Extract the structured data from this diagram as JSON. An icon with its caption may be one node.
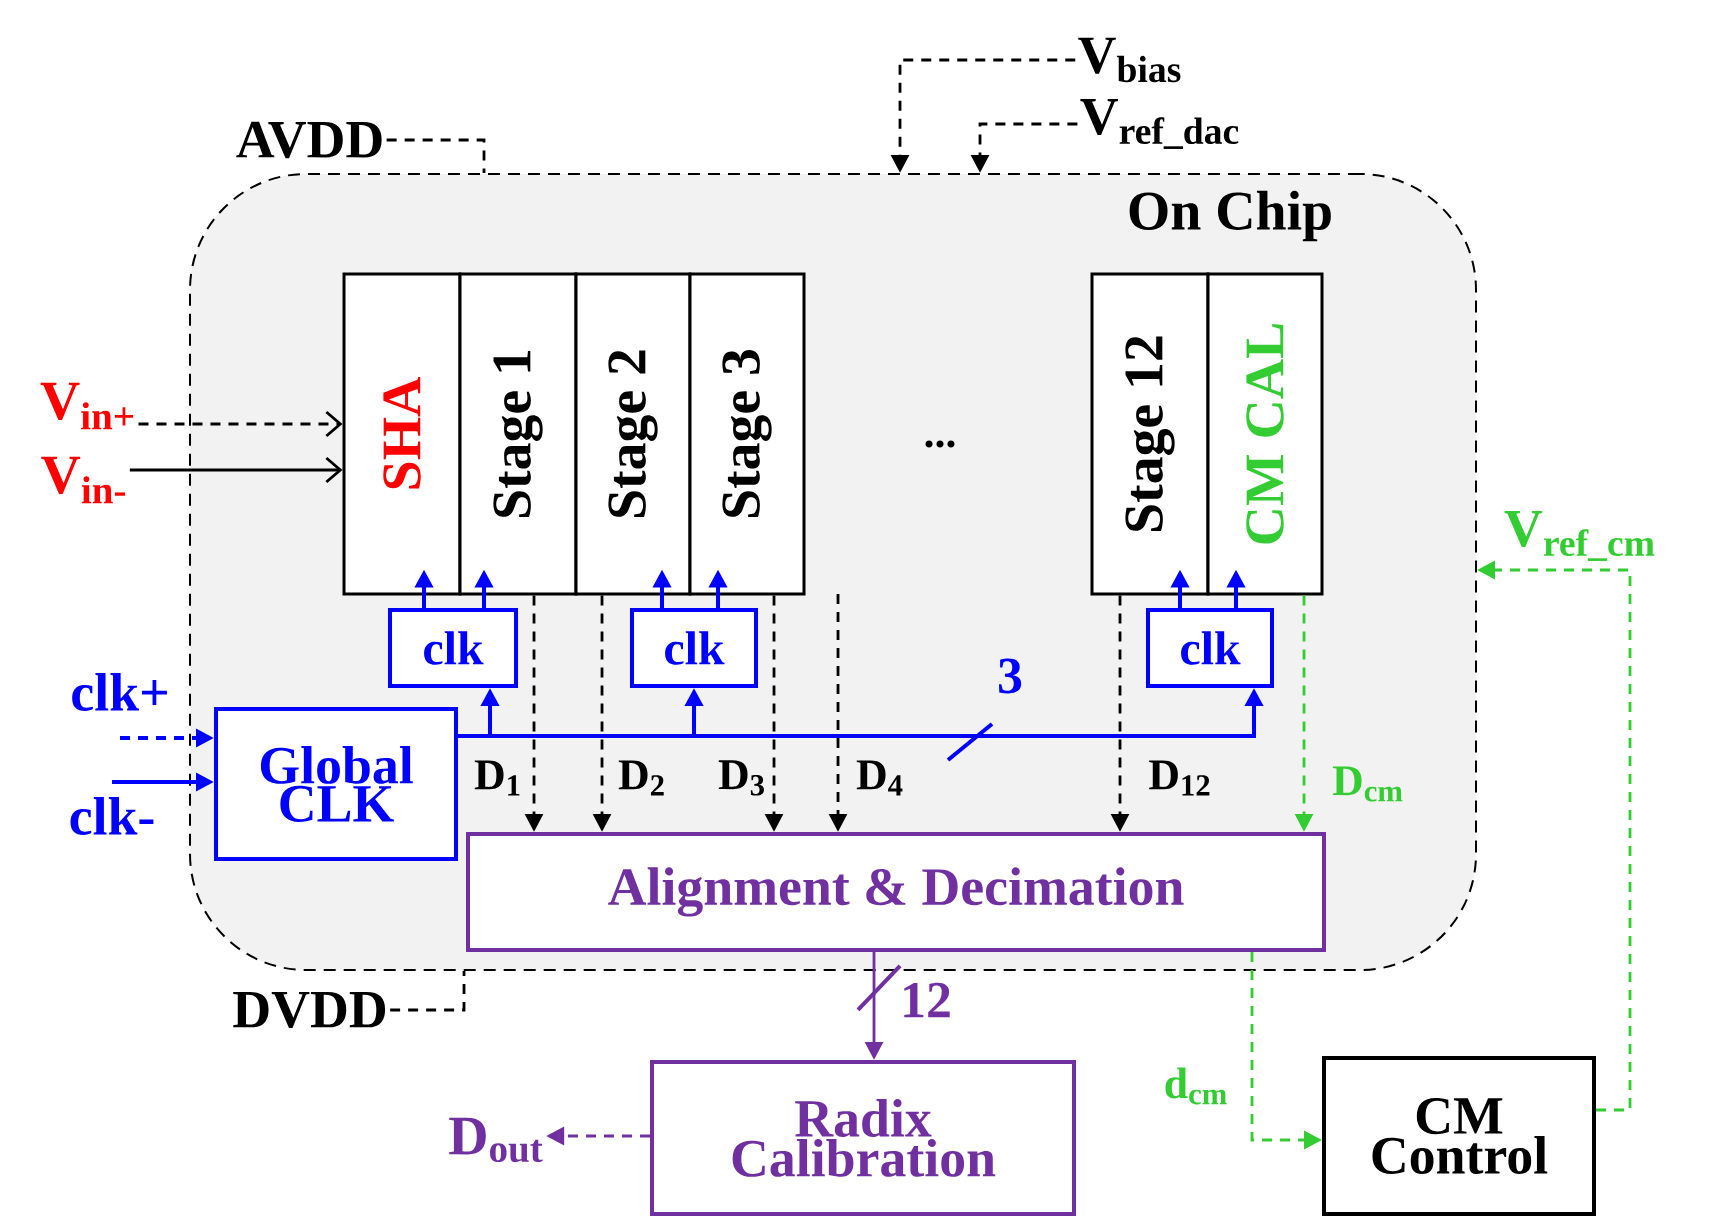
{
  "diagram": {
    "nodes": [
      {
        "text": [
          "On Chip"
        ]
      },
      {
        "text": [
          "SHA"
        ],
        "in": 0
      },
      {
        "text": [
          "Stage 1"
        ],
        "in": 0
      },
      {
        "text": [
          "Stage 2"
        ],
        "in": 0
      },
      {
        "text": [
          "Stage 3"
        ],
        "in": 0
      },
      {
        "text": [
          "Stage 12"
        ],
        "in": 0
      },
      {
        "text": [
          "CM CAL"
        ],
        "in": 0
      },
      {
        "text": [
          "clk"
        ],
        "in": 0
      },
      {
        "text": [
          "clk"
        ],
        "in": 0
      },
      {
        "text": [
          "clk"
        ],
        "in": 0
      },
      {
        "text": [
          "Global CLK"
        ],
        "in": 0
      },
      {
        "text": [
          "Alignment & Decimation"
        ],
        "in": 0
      },
      {
        "text": [
          "Radix Calibration"
        ]
      },
      {
        "text": [
          "CM Control"
        ]
      },
      {
        "text": [
          "AVDD"
        ]
      },
      {
        "text": [
          "V$_{bias}$"
        ]
      },
      {
        "text": [
          "V$_{ref_dac}$"
        ]
      },
      {
        "text": [
          "V$_{in+}$"
        ]
      },
      {
        "text": [
          "V$_{in-}$"
        ]
      },
      {
        "text": [
          "clk+"
        ]
      },
      {
        "text": [
          "clk-"
        ]
      },
      {
        "text": [
          "DVDD"
        ]
      },
      {
        "text": [
          "D$_{out}$"
        ]
      }
    ],
    "edges": [
      {
        "from": 17,
        "to": 1,
        "arrow": "to",
        "style": "dashed",
        "color": "#000000"
      },
      {
        "from": 18,
        "to": 1,
        "arrow": "to",
        "color": "#000000"
      },
      {
        "from": 14,
        "to": 0,
        "arrow": "none",
        "style": "dashed",
        "color": "#000000"
      },
      {
        "from": 15,
        "to": 0,
        "arrow": "to",
        "style": "dashed",
        "color": "#000000"
      },
      {
        "from": 16,
        "to": 0,
        "arrow": "to",
        "style": "dashed",
        "color": "#000000"
      },
      {
        "from": 19,
        "to": 10,
        "arrow": "to",
        "style": "dashed",
        "color": "#0000ff"
      },
      {
        "from": 20,
        "to": 10,
        "arrow": "to",
        "color": "#0000ff"
      },
      {
        "from": 10,
        "to": 7,
        "arrow": "to",
        "color": "#0000ff"
      },
      {
        "from": 10,
        "to": 8,
        "arrow": "to",
        "color": "#0000ff"
      },
      {
        "from": 10,
        "to": 9,
        "arrow": "to",
        "label": "3",
        "color": "#0000ff"
      },
      {
        "from": 7,
        "to": 1,
        "arrow": "to",
        "color": "#0000ff"
      },
      {
        "from": 7,
        "to": 2,
        "arrow": "to",
        "color": "#0000ff"
      },
      {
        "from": 8,
        "to": 3,
        "arrow": "to",
        "color": "#0000ff"
      },
      {
        "from": 8,
        "to": 4,
        "arrow": "to",
        "color": "#0000ff"
      },
      {
        "from": 9,
        "to": 5,
        "arrow": "to",
        "color": "#0000ff"
      },
      {
        "from": 9,
        "to": 6,
        "arrow": "to",
        "color": "#0000ff"
      },
      {
        "from": 2,
        "to": 11,
        "arrow": "to",
        "label": "D$_{1}$",
        "style": "dashed",
        "color": "#000000"
      },
      {
        "from": 3,
        "to": 11,
        "arrow": "to",
        "label": "D$_{2}$",
        "style": "dashed",
        "color": "#000000"
      },
      {
        "from": 4,
        "to": 11,
        "arrow": "to",
        "label": "D$_{3}$",
        "style": "dashed",
        "color": "#000000"
      },
      {
        "from": null,
        "to": 11,
        "arrow": "to",
        "label": "D$_{4}$",
        "style": "dashed",
        "color": "#000000"
      },
      {
        "from": 5,
        "to": 11,
        "arrow": "to",
        "label": "D$_{12}$",
        "style": "dashed",
        "color": "#000000"
      },
      {
        "from": 6,
        "to": 11,
        "arrow": "to",
        "label": "D$_{cm}$",
        "style": "dashed",
        "color": "#33cc33"
      },
      {
        "from": 11,
        "to": 12,
        "arrow": "to",
        "label": "12",
        "color": "#7030a0"
      },
      {
        "from": 11,
        "to": 13,
        "arrow": "to",
        "label": "d$_{cm}$",
        "style": "dashed",
        "color": "#33cc33"
      },
      {
        "from": 13,
        "to": 0,
        "arrow": "to",
        "label": "V$_{ref_cm}$",
        "style": "dashed",
        "color": "#33cc33"
      },
      {
        "from": 12,
        "to": 22,
        "arrow": "to",
        "style": "dashed",
        "color": "#7030a0"
      },
      {
        "from": 21,
        "to": 0,
        "arrow": "none",
        "style": "dashed",
        "color": "#000000"
      }
    ],
    "labels": [
      "..."
    ]
  }
}
